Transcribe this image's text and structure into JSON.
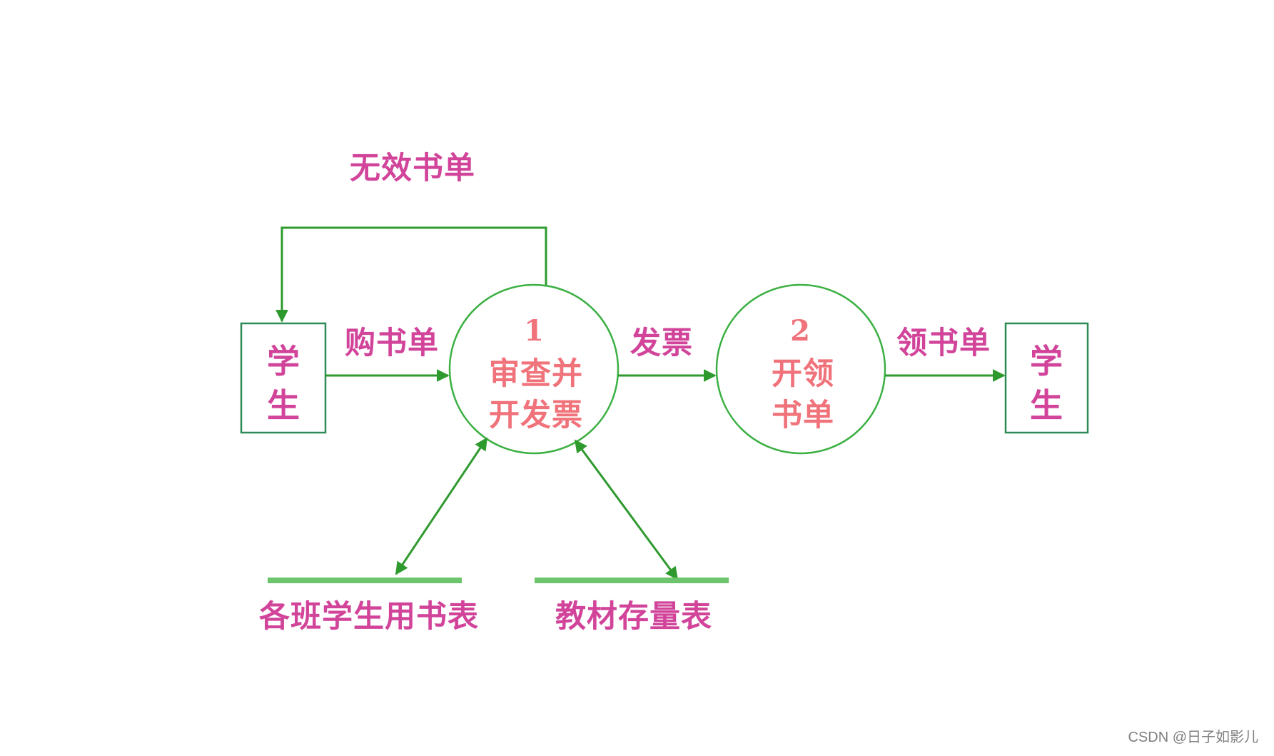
{
  "colors": {
    "lines": "#2e9a2e",
    "circles": "#3cb043",
    "boxes": "#2e8b57",
    "stores": "#6cc46c",
    "flow_labels": "#d1449a",
    "process_labels": "#f0727a"
  },
  "entities": {
    "source": {
      "line1": "学",
      "line2": "生"
    },
    "sink": {
      "line1": "学",
      "line2": "生"
    }
  },
  "processes": [
    {
      "number": "1",
      "line1": "审查并",
      "line2": "开发票"
    },
    {
      "number": "2",
      "line1": "开领",
      "line2": "书单"
    }
  ],
  "flows": {
    "invalid_order": "无效书单",
    "purchase_order": "购书单",
    "invoice": "发票",
    "pickup_order": "领书单"
  },
  "stores": {
    "class_book_list": "各班学生用书表",
    "inventory": "教材存量表"
  },
  "watermark": "CSDN @日子如影儿"
}
